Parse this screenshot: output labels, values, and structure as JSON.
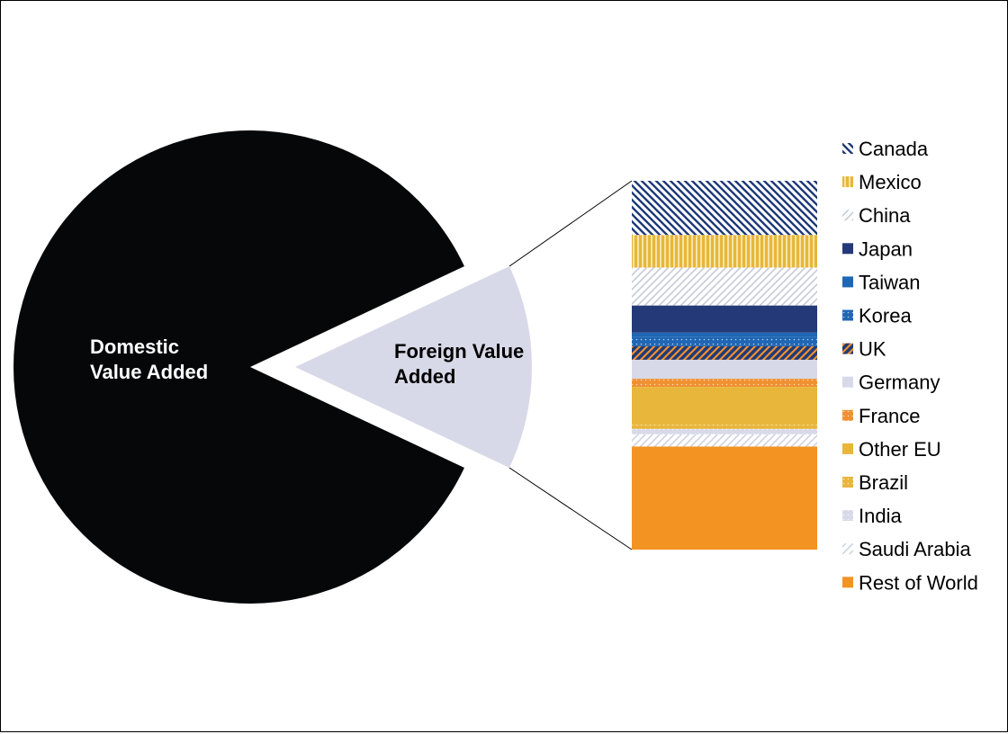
{
  "chart_data": {
    "type": "bar-of-pie",
    "pie": {
      "slices": [
        {
          "name": "Domestic Value Added",
          "label_lines": [
            "Domestic",
            "Value Added"
          ],
          "value": 86,
          "color": "#050708",
          "label_color": "#ffffff"
        },
        {
          "name": "Foreign Value Added",
          "label_lines": [
            "Foreign Value",
            "Added"
          ],
          "value": 14,
          "color": "#d8d9e8",
          "label_color": "#000000"
        }
      ]
    },
    "bar": {
      "of_slice": "Foreign Value Added",
      "segments": [
        {
          "name": "Canada",
          "value": 2.0,
          "color": "#1f3a78",
          "pattern": "diag-lines"
        },
        {
          "name": "Mexico",
          "value": 1.2,
          "color": "#e8b63a",
          "pattern": "vert-lines"
        },
        {
          "name": "China",
          "value": 1.4,
          "color": "#c8cbd8",
          "pattern": "light-diag"
        },
        {
          "name": "Japan",
          "value": 1.0,
          "color": "#243a78",
          "pattern": "solid"
        },
        {
          "name": "Taiwan",
          "value": 0.15,
          "color": "#1f66b4",
          "pattern": "solid"
        },
        {
          "name": "Korea",
          "value": 0.35,
          "color": "#1f66b4",
          "pattern": "dots"
        },
        {
          "name": "UK",
          "value": 0.5,
          "color": "#1f3a78",
          "pattern": "orange-stripes"
        },
        {
          "name": "Germany",
          "value": 0.7,
          "color": "#d8d9e8",
          "pattern": "solid"
        },
        {
          "name": "France",
          "value": 0.3,
          "color": "#f09030",
          "pattern": "dots"
        },
        {
          "name": "Other EU",
          "value": 1.4,
          "color": "#e8b63a",
          "pattern": "solid"
        },
        {
          "name": "Brazil",
          "value": 0.15,
          "color": "#e8b63a",
          "pattern": "dots"
        },
        {
          "name": "India",
          "value": 0.2,
          "color": "#d8d9e8",
          "pattern": "dots"
        },
        {
          "name": "Saudi Arabia",
          "value": 0.45,
          "color": "#d0d3e0",
          "pattern": "light-diag"
        },
        {
          "name": "Rest of World",
          "value": 3.8,
          "color": "#f39322",
          "pattern": "solid"
        }
      ]
    },
    "legend": {
      "placement": "right",
      "order": "top-to-bottom"
    }
  }
}
